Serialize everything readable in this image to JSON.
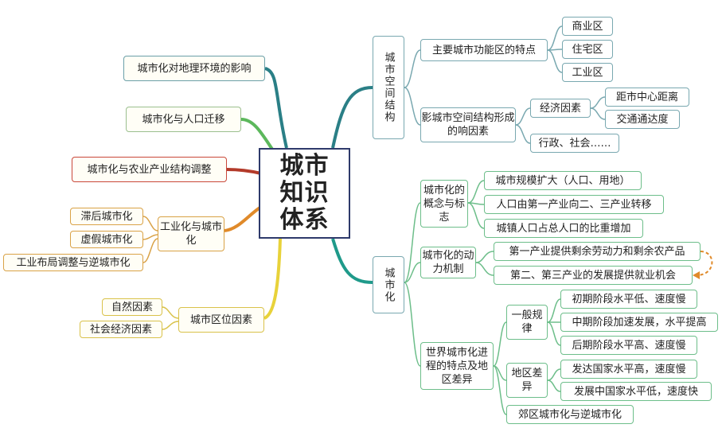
{
  "center": {
    "line1": "城市",
    "line2": "知识",
    "line3": "体系"
  },
  "left": {
    "impact": "城市化对地理环境的影响",
    "migration": "城市化与人口迁移",
    "agri": "城市化与农业产业结构调整",
    "industrial": {
      "label": "工业化与城市化",
      "children": [
        "滞后城市化",
        "虚假城市化",
        "工业布局调整与逆城市化"
      ]
    },
    "location": {
      "label": "城市区位因素",
      "children": [
        "自然因素",
        "社会经济因素"
      ]
    }
  },
  "right": {
    "structure": {
      "label": "城市空间结构",
      "functional": {
        "label": "主要城市功能区的特点",
        "children": [
          "商业区",
          "住宅区",
          "工业区"
        ]
      },
      "factors": {
        "label": "影城市空间结构形成的响因素",
        "economic": {
          "label": "经济因素",
          "children": [
            "距市中心距离",
            "交通通达度"
          ]
        },
        "admin": "行政、社会……"
      }
    },
    "urbanization": {
      "label": "城市化",
      "concept": {
        "label": "城市化的概念与标志",
        "children": [
          "城市规模扩大（人口、用地）",
          "人口由第一产业向二、三产业转移",
          "城镇人口占总人口的比重增加"
        ]
      },
      "dynamics": {
        "label": "城市化的动力机制",
        "children": [
          "第一产业提供剩余劳动力和剩余农产品",
          "第二、第三产业的发展提供就业机会"
        ]
      },
      "world": {
        "label": "世界城市化进程的特点及地区差异",
        "general": {
          "label": "一般规律",
          "children": [
            "初期阶段水平低、速度慢",
            "中期阶段加速发展，水平提高",
            "后期阶段水平高、速度慢"
          ]
        },
        "regional": {
          "label": "地区差异",
          "children": [
            "发达国家水平高，速度慢",
            "发展中国家水平低，速度快"
          ]
        },
        "suburban": "郊区城市化与逆城市化"
      }
    }
  },
  "colors": {
    "teal": "#2a7f86",
    "green": "#5cb85c",
    "red": "#b33a2a",
    "orange": "#e08a2a",
    "yellow": "#e8d23a",
    "centerBorder": "#2e3a6b"
  }
}
